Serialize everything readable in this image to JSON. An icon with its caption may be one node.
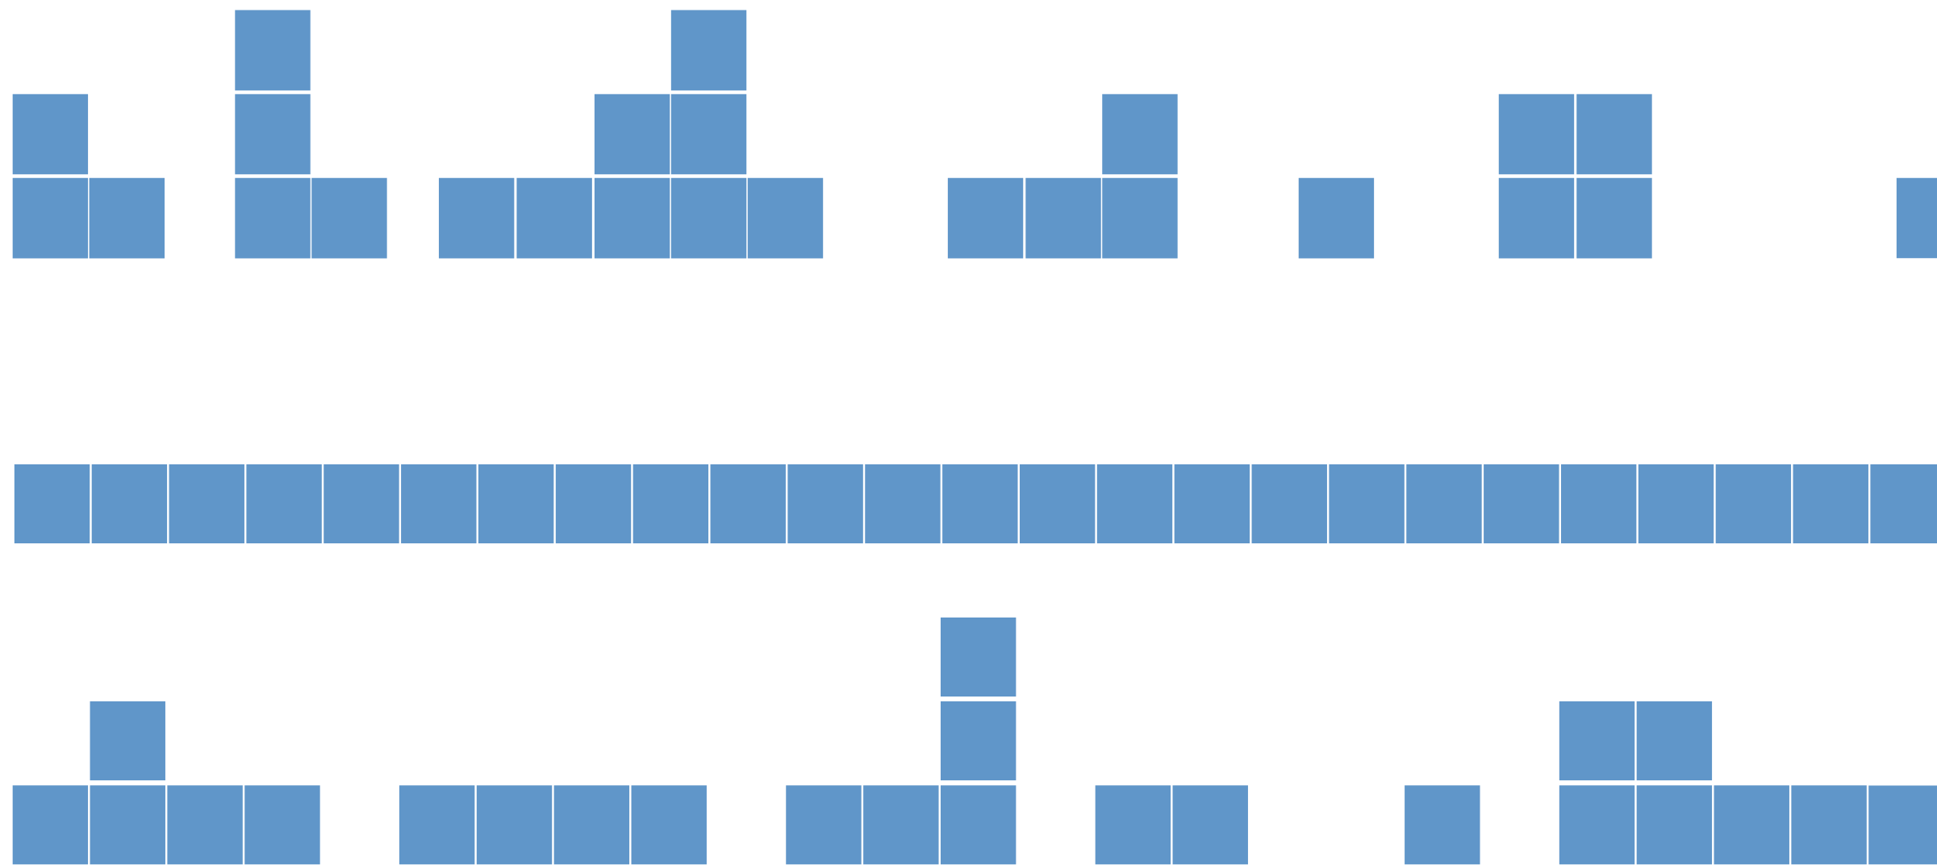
{
  "diagram": {
    "nodes": [
      {
        "text": [],
        "shape": "box"
      },
      {
        "text": [],
        "shape": "box"
      },
      {
        "text": [],
        "shape": "box"
      },
      {
        "text": [],
        "shape": "box"
      },
      {
        "text": [],
        "shape": "box"
      },
      {
        "text": [],
        "shape": "box"
      },
      {
        "text": [],
        "shape": "box"
      },
      {
        "text": [],
        "shape": "box"
      },
      {
        "text": [],
        "shape": "box"
      },
      {
        "text": [],
        "shape": "box"
      },
      {
        "text": [],
        "shape": "box"
      },
      {
        "text": [],
        "shape": "box"
      },
      {
        "text": [],
        "shape": "box"
      },
      {
        "text": [],
        "shape": "box"
      },
      {
        "text": [],
        "shape": "box"
      },
      {
        "text": [],
        "shape": "box"
      },
      {
        "text": [],
        "shape": "box"
      },
      {
        "text": [],
        "shape": "box"
      },
      {
        "text": [],
        "shape": "box"
      },
      {
        "text": [],
        "shape": "box"
      },
      {
        "text": [],
        "shape": "box"
      },
      {
        "text": [],
        "shape": "box"
      },
      {
        "text": [],
        "shape": "box"
      },
      {
        "text": [],
        "shape": "box"
      },
      {
        "text": [],
        "shape": "box"
      },
      {
        "text": [],
        "shape": "box"
      },
      {
        "text": [],
        "shape": "box"
      },
      {
        "text": [],
        "shape": "box"
      },
      {
        "text": [],
        "shape": "box"
      },
      {
        "text": [],
        "shape": "box"
      },
      {
        "text": [],
        "shape": "box"
      },
      {
        "text": [],
        "shape": "box"
      },
      {
        "text": [],
        "shape": "box"
      },
      {
        "text": [],
        "shape": "box"
      },
      {
        "text": [],
        "shape": "box"
      },
      {
        "text": [],
        "shape": "box"
      },
      {
        "text": [],
        "shape": "box"
      },
      {
        "text": [],
        "shape": "box"
      },
      {
        "text": [],
        "shape": "box"
      },
      {
        "text": [],
        "shape": "box"
      },
      {
        "text": [],
        "shape": "box"
      },
      {
        "text": [],
        "shape": "box"
      },
      {
        "text": [],
        "shape": "box"
      },
      {
        "text": [],
        "shape": "box"
      },
      {
        "text": [],
        "shape": "box"
      },
      {
        "text": [],
        "shape": "box"
      },
      {
        "text": [],
        "shape": "box"
      },
      {
        "text": [],
        "shape": "box"
      },
      {
        "text": [],
        "shape": "box"
      },
      {
        "text": [],
        "shape": "box"
      },
      {
        "text": [],
        "shape": "box"
      },
      {
        "text": [],
        "shape": "box"
      },
      {
        "text": [],
        "shape": "box"
      },
      {
        "text": [],
        "shape": "box"
      },
      {
        "text": [],
        "shape": "box"
      },
      {
        "text": [],
        "shape": "box"
      },
      {
        "text": [],
        "shape": "box"
      },
      {
        "text": [],
        "shape": "box"
      },
      {
        "text": [],
        "shape": "box"
      },
      {
        "text": [],
        "shape": "box"
      },
      {
        "text": [],
        "shape": "box"
      },
      {
        "text": [],
        "shape": "box"
      },
      {
        "text": [],
        "shape": "box"
      },
      {
        "text": [],
        "shape": "box"
      },
      {
        "text": [],
        "shape": "box"
      },
      {
        "text": [],
        "shape": "box"
      },
      {
        "text": [],
        "shape": "box"
      },
      {
        "text": [],
        "shape": "box"
      },
      {
        "text": [],
        "shape": "box"
      },
      {
        "text": [],
        "shape": "box"
      },
      {
        "text": [],
        "shape": "box"
      },
      {
        "text": [],
        "shape": "box"
      },
      {
        "text": [],
        "shape": "box"
      },
      {
        "text": [],
        "shape": "box"
      }
    ]
  }
}
